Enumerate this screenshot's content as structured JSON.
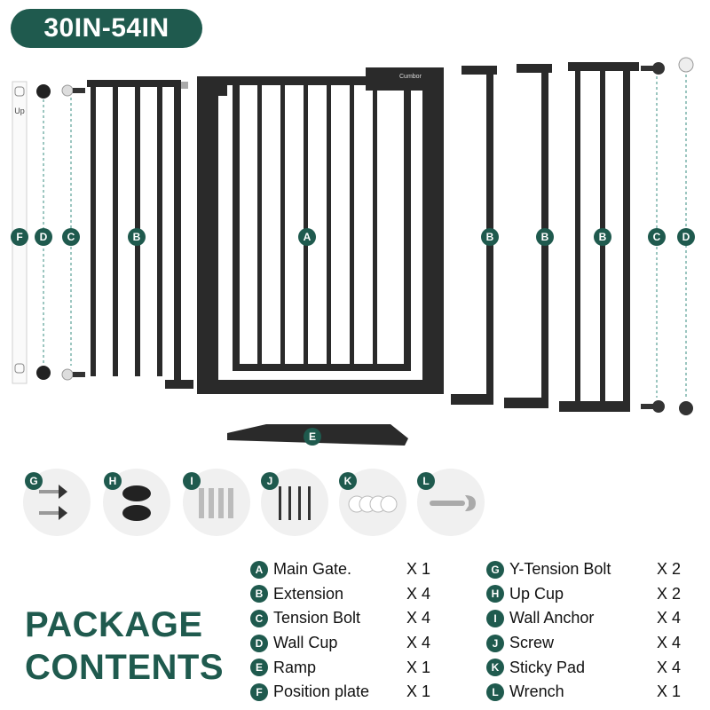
{
  "size_badge": "30IN-54IN",
  "brand": "Cumbor",
  "position_plate_text": "Up",
  "diagram_labels": {
    "A": "A",
    "B": "B",
    "C": "C",
    "D": "D",
    "E": "E",
    "F": "F"
  },
  "accessories": [
    {
      "letter": "G",
      "icon": "y-tension-bolt-icon"
    },
    {
      "letter": "H",
      "icon": "up-cup-icon"
    },
    {
      "letter": "I",
      "icon": "wall-anchor-icon"
    },
    {
      "letter": "J",
      "icon": "screw-icon"
    },
    {
      "letter": "K",
      "icon": "sticky-pad-icon"
    },
    {
      "letter": "L",
      "icon": "wrench-icon"
    }
  ],
  "package_title": {
    "line1": "PACKAGE",
    "line2": "CONTENTS"
  },
  "contents_left": [
    {
      "letter": "A",
      "name": "Main Gate.",
      "qty": "X 1"
    },
    {
      "letter": "B",
      "name": "Extension",
      "qty": "X 4"
    },
    {
      "letter": "C",
      "name": "Tension Bolt",
      "qty": "X 4"
    },
    {
      "letter": "D",
      "name": "Wall Cup",
      "qty": "X 4"
    },
    {
      "letter": "E",
      "name": "Ramp",
      "qty": "X 1"
    },
    {
      "letter": "F",
      "name": "Position plate",
      "qty": "X 1"
    }
  ],
  "contents_right": [
    {
      "letter": "G",
      "name": "Y-Tension Bolt",
      "qty": "X 2"
    },
    {
      "letter": "H",
      "name": "Up Cup",
      "qty": "X 2"
    },
    {
      "letter": "I",
      "name": "Wall Anchor",
      "qty": "X 4"
    },
    {
      "letter": "J",
      "name": "Screw",
      "qty": "X 4"
    },
    {
      "letter": "K",
      "name": "Sticky Pad",
      "qty": "X 4"
    },
    {
      "letter": "L",
      "name": "Wrench",
      "qty": "X 1"
    }
  ],
  "colors": {
    "accent": "#1f5a4e",
    "gate": "#2a2a2a",
    "dash": "#3a8c80"
  }
}
